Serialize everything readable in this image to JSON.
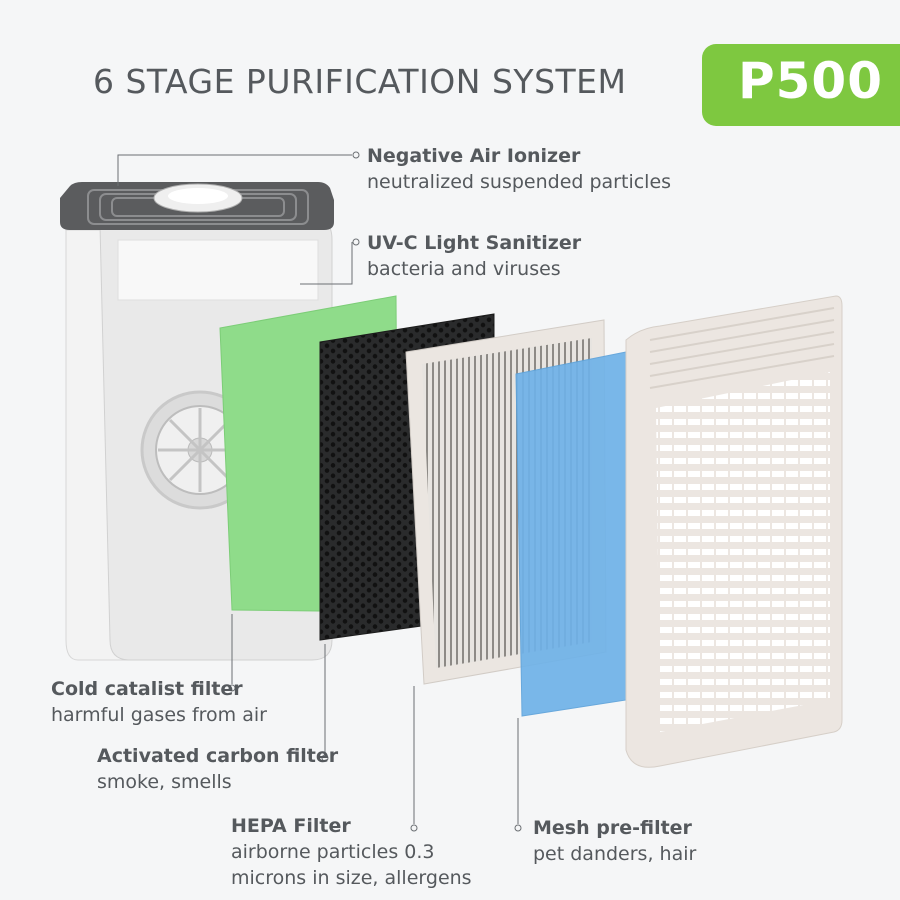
{
  "title": "6 STAGE PURIFICATION SYSTEM",
  "model": "P500",
  "colors": {
    "accent_green": "#7ec840",
    "text": "#55595d",
    "green_filter": "#8fdc8a",
    "blue_filter": "#6fb2e8",
    "panel": "#ebe5e1"
  },
  "stages": [
    {
      "name": "Negative Air Ionizer",
      "desc": [
        "neutralized suspended particles"
      ]
    },
    {
      "name": "UV-C Light Sanitizer",
      "desc": [
        "bacteria and viruses"
      ]
    },
    {
      "name": "Cold catalist filter",
      "desc": [
        "harmful gases from air"
      ]
    },
    {
      "name": "Activated carbon filter",
      "desc": [
        "smoke, smells"
      ]
    },
    {
      "name": "HEPA Filter",
      "desc": [
        "airborne particles 0.3",
        "microns in size, allergens"
      ]
    },
    {
      "name": "Mesh pre-filter",
      "desc": [
        "pet danders, hair"
      ]
    }
  ]
}
